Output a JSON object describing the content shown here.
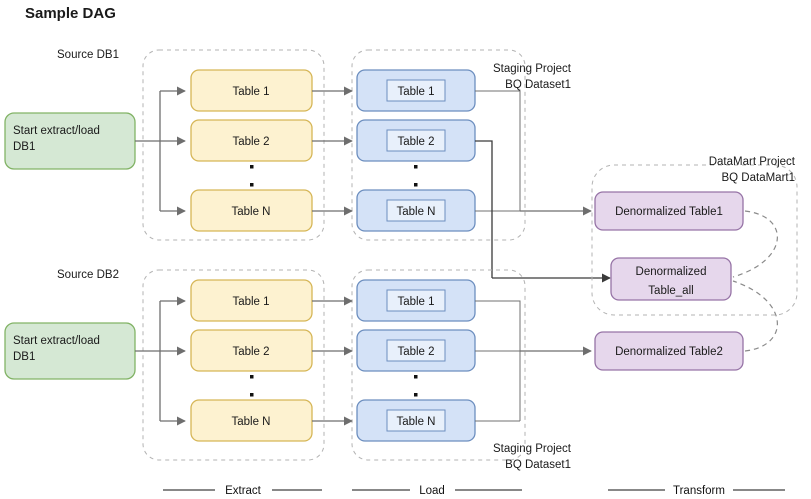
{
  "title": "Sample DAG",
  "colors": {
    "source_fill": "#d5e8d4",
    "source_stroke": "#82b366",
    "extract_fill": "#fdf2d0",
    "extract_stroke": "#d6b656",
    "load_fill": "#d4e2f7",
    "load_stroke": "#6c8ebf",
    "load_inner_fill": "#e8f0fb",
    "load_inner_stroke": "#6c8ebf",
    "transform_fill": "#e6d7ec",
    "transform_stroke": "#9673a6",
    "container_stroke": "#b3b3b3",
    "edge_stroke": "#6e6e6e",
    "text": "#1a1a1a"
  },
  "rows": [
    {
      "source_label": "Source DB1",
      "start_node": "Start extract/load DB1",
      "extract_tables": [
        "Table 1",
        "Table 2",
        "Table N"
      ],
      "load_tables": [
        "Table 1",
        "Table 2",
        "Table N"
      ],
      "staging_label_line1": "Staging Project",
      "staging_label_line2": "BQ Dataset1",
      "target": "Denormalized Table1"
    },
    {
      "source_label": "Source DB2",
      "start_node": "Start extract/load DB1",
      "extract_tables": [
        "Table 1",
        "Table 2",
        "Table N"
      ],
      "load_tables": [
        "Table 1",
        "Table 2",
        "Table N"
      ],
      "staging_label_line1": "Staging Project",
      "staging_label_line2": "BQ Dataset1",
      "target": "Denormalized Table2"
    }
  ],
  "datamart": {
    "label_line1": "DataMart Project",
    "label_line2": "BQ DataMart1",
    "merged_node_line1": "Denormalized",
    "merged_node_line2": "Table_all"
  },
  "phases": [
    {
      "label": "Extract"
    },
    {
      "label": "Load"
    },
    {
      "label": "Transform"
    }
  ],
  "ellipsis_glyph": "▪"
}
